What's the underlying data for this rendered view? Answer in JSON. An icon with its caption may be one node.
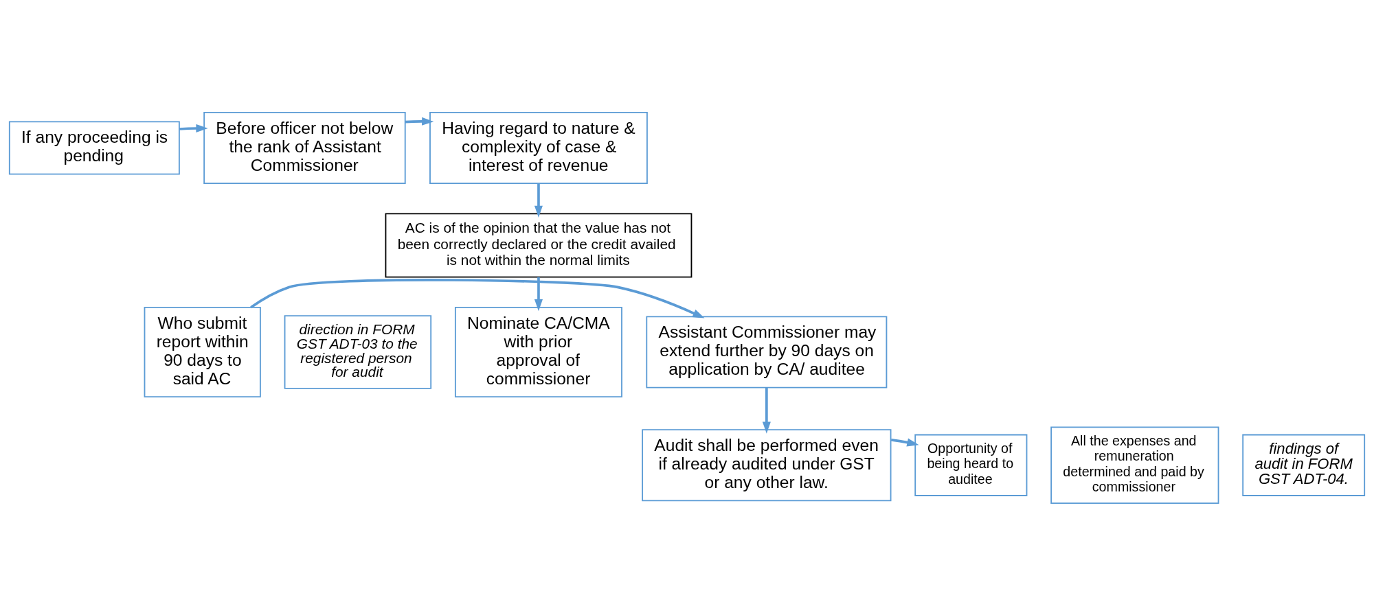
{
  "diagram": {
    "nodes": [
      {
        "text": [
          "If any proceeding is pending"
        ]
      },
      {
        "text": [
          "Before officer not below the rank of Assistant Commissioner"
        ]
      },
      {
        "text": [
          "Having regard to nature & complexity of case & interest of revenue"
        ]
      },
      {
        "text": [
          "AC is of the opinion that the value has not been correctly declared or the credit availed is not within the normal limits"
        ]
      },
      {
        "text": [
          "Assistant Commissioner may extend further by 90 days on application by CA/ auditee"
        ]
      },
      {
        "text": [
          "Who submit report within 90 days to said AC"
        ]
      },
      {
        "text": [
          "direction in FORM GST ADT-03 to the registered person for audit"
        ]
      },
      {
        "text": [
          "Nominate CA/CMA with prior approval of commissioner"
        ]
      },
      {
        "text": [
          "Audit shall be performed even if already audited under GST or any other law."
        ]
      },
      {
        "text": [
          "Opportunity of being heard to auditee"
        ]
      },
      {
        "text": [
          "All the expenses and remuneration determined and paid by commissioner"
        ]
      },
      {
        "text": [
          "findings of audit in FORM GST ADT-04."
        ]
      }
    ],
    "edges": [
      {
        "from": 0,
        "to": 1,
        "arrow": "to"
      },
      {
        "from": 1,
        "to": 2,
        "arrow": "to"
      },
      {
        "from": 2,
        "to": 3,
        "arrow": "to"
      },
      {
        "from": 3,
        "to": 7,
        "arrow": "to"
      },
      {
        "from": 5,
        "to": 4,
        "arrow": "to"
      },
      {
        "from": 4,
        "to": 8,
        "arrow": "to"
      },
      {
        "from": 8,
        "to": 9,
        "arrow": "to"
      }
    ]
  }
}
